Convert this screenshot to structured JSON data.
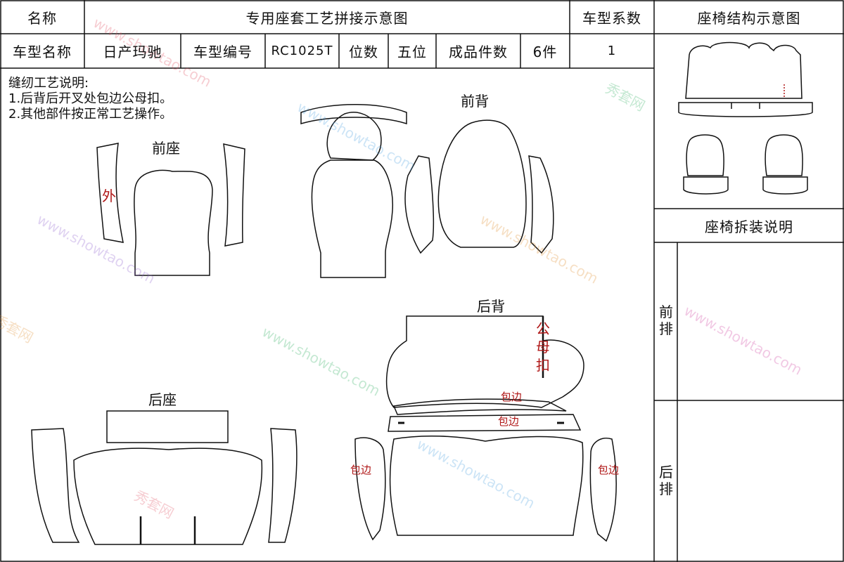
{
  "header": {
    "name_label": "名称",
    "title": "专用座套工艺拼接示意图",
    "coef_label": "车型系数",
    "structure_title": "座椅结构示意图"
  },
  "info": {
    "model_name_label": "车型名称",
    "model_name": "日产玛驰",
    "model_code_label": "车型编号",
    "model_code": "RC1025T",
    "seats_label": "位数",
    "seats": "五位",
    "pieces_label": "成品件数",
    "pieces": "6件",
    "coef": "1"
  },
  "notes": {
    "title": "缝纫工艺说明:",
    "lines": [
      "1.后背后开叉处包边公母扣。",
      "2.其他部件按正常工艺操作。"
    ]
  },
  "sections": {
    "front_seat": "前座",
    "front_back": "前背",
    "rear_back": "后背",
    "rear_seat": "后座"
  },
  "annotations": {
    "outer": "外",
    "snap_letters": [
      "公",
      "母",
      "扣"
    ],
    "edge1": "包边",
    "edge2": "包边",
    "edge_left": "包边",
    "edge_right": "包边"
  },
  "side_panel": {
    "install_title": "座椅拆装说明",
    "front_row": [
      "前",
      "排"
    ],
    "rear_row": [
      "后",
      "排"
    ]
  },
  "watermark": {
    "text1": "秀套网",
    "text2": "www.showtao.com",
    "colors": [
      "#e05060",
      "#4aa0e0",
      "#30b060",
      "#9060d0",
      "#e09030",
      "#d040a0"
    ]
  }
}
